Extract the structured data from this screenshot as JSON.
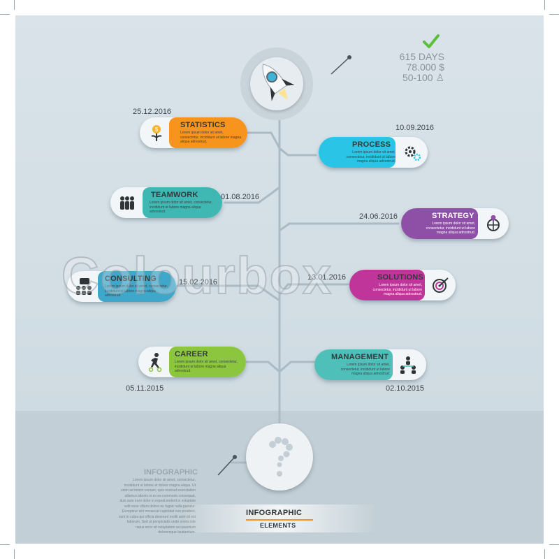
{
  "stats": {
    "days": "615 DAYS",
    "money": "78.000 $",
    "people": "50-100"
  },
  "items": [
    {
      "title": "STATISTICS",
      "date": "25.12.2016",
      "desc": "Lorem ipsum dolor sit amet, consectetur, incididunt ut labore magna aliqua adnostrud.",
      "color": "#f7941d",
      "icon": "money-plant-icon"
    },
    {
      "title": "PROCESS",
      "date": "10.09.2016",
      "desc": "Lorem ipsum dolor sit amet, consectetur, incididunt ut labore magna aliqua adnostrud.",
      "color": "#29c4e6",
      "icon": "gears-icon"
    },
    {
      "title": "TEAMWORK",
      "date": "01.08.2016",
      "desc": "Lorem ipsum dolor sit amet, consectetur, incididunt ut labore magna aliqua adnostrud.",
      "color": "#3fb8b4",
      "icon": "team-icon"
    },
    {
      "title": "STRATEGY",
      "date": "24.06.2016",
      "desc": "Lorem ipsum dolor sit amet, consectetur, incididunt ut labore magna aliqua adnostrud.",
      "color": "#8e4fa6",
      "icon": "globe-pin-icon"
    },
    {
      "title": "CONSULTING",
      "date": "15.02.2016",
      "desc": "Lorem ipsum dolor sit amet, consectetur, incididunt ut labore magna aliqua adnostrud.",
      "color": "#3fa7c9",
      "icon": "consulting-icon"
    },
    {
      "title": "SOLUTIONS",
      "date": "13.01.2016",
      "desc": "Lorem ipsum dolor sit amet, consectetur, incididunt ut labore magna aliqua adnostrud.",
      "color": "#c0359a",
      "icon": "target-icon"
    },
    {
      "title": "CAREER",
      "date": "05.11.2015",
      "desc": "Lorem ipsum dolor sit amet, consectetur, incididunt ut labore magna aliqua adnostrud.",
      "color": "#8cc63f",
      "icon": "career-icon"
    },
    {
      "title": "MANAGEMENT",
      "date": "02.10.2015",
      "desc": "Lorem ipsum dolor sit amet, consectetur, incididunt ut labore magna aliqua adnostrud.",
      "color": "#4fc0b9",
      "icon": "hierarchy-icon"
    }
  ],
  "info": {
    "title": "INFOGRAPHIC",
    "desc": "Lorem ipsum dolor sit amet, consectetur, incididunt ut labore et dolore magna aliqua. Ut enim ad minim veniam, quis nostrud exercitation ullamco laboris ni ex ea commodo consequat, duis aute irure dolor in repeat.enderit in voluptate velit esse cillum dolore eu fugiat nulla pariatur. Excepteur sint occaecat cupidatat non proident, sunt in culpa qui officia deserunt mollit anim id est laborum. Sed ut perspiciatis unde omnis iste natus error sit voluptatem accusantium doloremque laudantium."
  },
  "footer": {
    "title": "INFOGRAPHIC",
    "subtitle": "ELEMENTS"
  },
  "watermark": "Colourbox"
}
